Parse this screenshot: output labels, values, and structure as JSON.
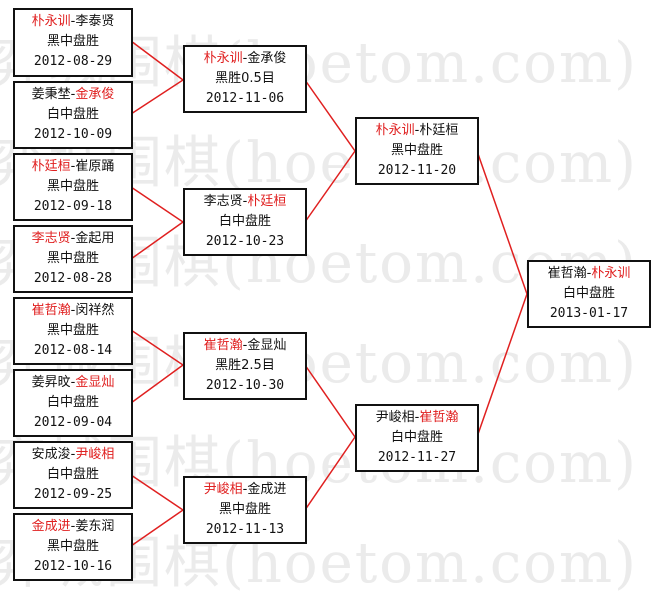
{
  "watermark": "弈城围棋(hoetom.com)",
  "colors": {
    "winner": "#e02020",
    "connector": "#e02020",
    "border": "#111111"
  },
  "round1": [
    {
      "p1": "朴永训",
      "p2": "李泰贤",
      "winner": 1,
      "result": "黑中盘胜",
      "date": "2012-08-29"
    },
    {
      "p1": "姜秉埜",
      "p2": "金承俊",
      "winner": 2,
      "result": "白中盘胜",
      "date": "2012-10-09"
    },
    {
      "p1": "朴廷桓",
      "p2": "崔原踊",
      "winner": 1,
      "result": "黑中盘胜",
      "date": "2012-09-18"
    },
    {
      "p1": "李志贤",
      "p2": "金起用",
      "winner": 1,
      "result": "黑中盘胜",
      "date": "2012-08-28"
    },
    {
      "p1": "崔哲瀚",
      "p2": "闵祥然",
      "winner": 1,
      "result": "黑中盘胜",
      "date": "2012-08-14"
    },
    {
      "p1": "姜昇旼",
      "p2": "金显灿",
      "winner": 2,
      "result": "白中盘胜",
      "date": "2012-09-04"
    },
    {
      "p1": "安成浚",
      "p2": "尹峻相",
      "winner": 2,
      "result": "白中盘胜",
      "date": "2012-09-25"
    },
    {
      "p1": "金成进",
      "p2": "姜东润",
      "winner": 1,
      "result": "黑中盘胜",
      "date": "2012-10-16"
    }
  ],
  "round2": [
    {
      "p1": "朴永训",
      "p2": "金承俊",
      "winner": 1,
      "result": "黑胜0.5目",
      "date": "2012-11-06"
    },
    {
      "p1": "李志贤",
      "p2": "朴廷桓",
      "winner": 2,
      "result": "白中盘胜",
      "date": "2012-10-23"
    },
    {
      "p1": "崔哲瀚",
      "p2": "金显灿",
      "winner": 1,
      "result": "黑胜2.5目",
      "date": "2012-10-30"
    },
    {
      "p1": "尹峻相",
      "p2": "金成进",
      "winner": 1,
      "result": "黑中盘胜",
      "date": "2012-11-13"
    }
  ],
  "round3": [
    {
      "p1": "朴永训",
      "p2": "朴廷桓",
      "winner": 1,
      "result": "黑中盘胜",
      "date": "2012-11-20"
    },
    {
      "p1": "尹峻相",
      "p2": "崔哲瀚",
      "winner": 2,
      "result": "白中盘胜",
      "date": "2012-11-27"
    }
  ],
  "final": [
    {
      "p1": "崔哲瀚",
      "p2": "朴永训",
      "winner": 2,
      "result": "白中盘胜",
      "date": "2013-01-17"
    }
  ]
}
